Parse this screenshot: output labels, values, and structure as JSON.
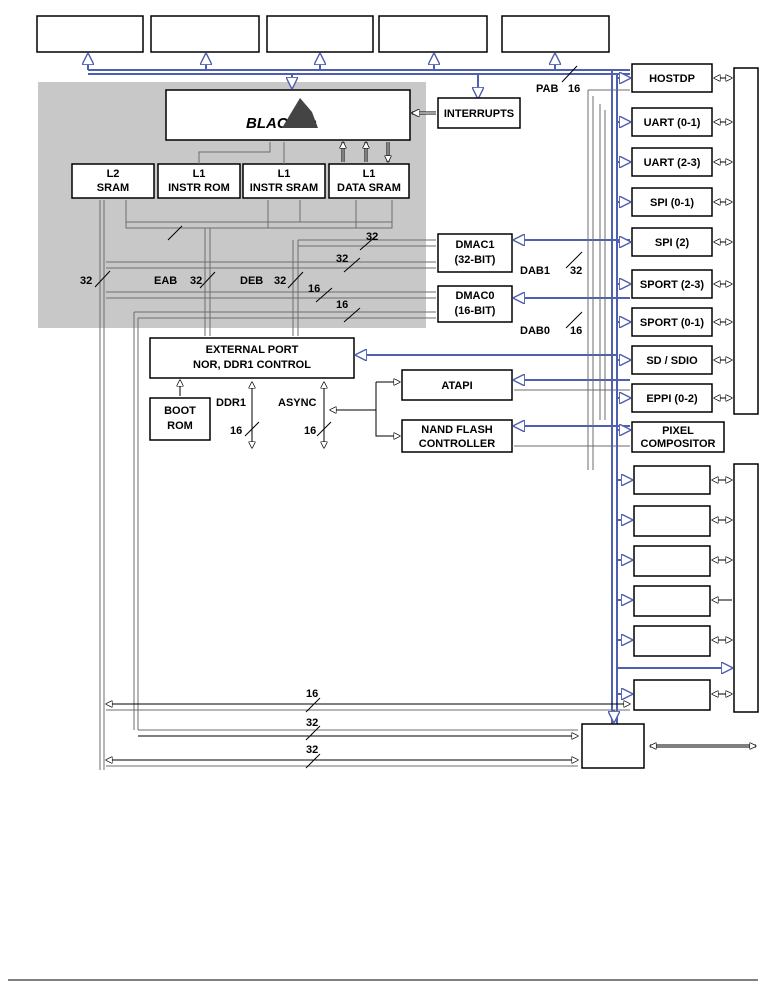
{
  "core": {
    "logo_text": "BLACKfin",
    "interrupts": "INTERRUPTS"
  },
  "memory": {
    "l2": [
      "L2",
      "SRAM"
    ],
    "l1_instr_rom": [
      "L1",
      "INSTR ROM"
    ],
    "l1_instr_sram": [
      "L1",
      "INSTR SRAM"
    ],
    "l1_data_sram": [
      "L1",
      "DATA  SRAM"
    ]
  },
  "dma": {
    "dmac1": [
      "DMAC1",
      "(32-BIT)"
    ],
    "dmac0": [
      "DMAC0",
      "(16-BIT)"
    ]
  },
  "external_port": [
    "EXTERNAL PORT",
    "NOR, DDR1 CONTROL"
  ],
  "boot_rom": [
    "BOOT",
    "ROM"
  ],
  "atapi": "ATAPI",
  "nand": [
    "NAND FLASH",
    "CONTROLLER"
  ],
  "peripherals": [
    "HOSTDP",
    "UART (0-1)",
    "UART (2-3)",
    "SPI (0-1)",
    "SPI (2)",
    "SPORT (2-3)",
    "SPORT (0-1)",
    "SD / SDIO",
    "EPPI (0-2)"
  ],
  "pixel_compositor": [
    "PIXEL",
    "COMPOSITOR"
  ],
  "bus_labels": {
    "pab": "PAB",
    "pab_width": "16",
    "dab1": "DAB1",
    "dab1_width": "32",
    "dab0": "DAB0",
    "dab0_width": "16",
    "eab": "EAB",
    "eab_width": "32",
    "deb": "DEB",
    "deb_width": "32",
    "left_width": "32",
    "dmac1_top": "32",
    "dmac1_mid": "32",
    "dmac0_top": "16",
    "dmac0_mid": "16",
    "ddr1": "DDR1",
    "ddr1_width": "16",
    "async": "ASYNC",
    "async_width": "16",
    "bottom1": "16",
    "bottom2": "32",
    "bottom3": "32"
  },
  "colors": {
    "core_region": "#c8c8c8",
    "peripheral_bus": "#5060b0"
  }
}
